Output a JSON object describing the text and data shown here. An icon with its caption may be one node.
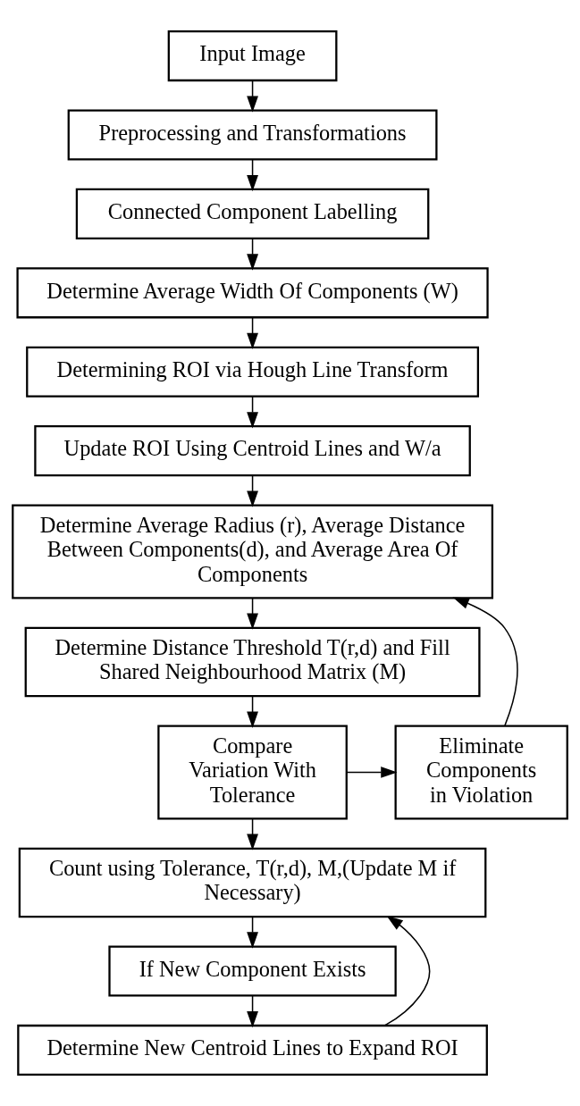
{
  "diagram": {
    "nodes": [
      {
        "text": [
          "Input Image"
        ]
      },
      {
        "text": [
          "Preprocessing and Transformations"
        ]
      },
      {
        "text": [
          "Connected Component Labelling"
        ]
      },
      {
        "text": [
          "Determine Average Width Of Components (W)"
        ]
      },
      {
        "text": [
          "Determining ROI via Hough Line Transform"
        ]
      },
      {
        "text": [
          "Update ROI Using Centroid Lines and W/a"
        ]
      },
      {
        "text": [
          "Determine Average Radius (r), Average Distance Between Components(d), and Average Area Of Components"
        ]
      },
      {
        "text": [
          "Determine Distance Threshold T(r,d) and Fill Shared Neighbourhood Matrix (M)"
        ]
      },
      {
        "text": [
          "Compare Variation With Tolerance"
        ]
      },
      {
        "text": [
          "Eliminate Components in Violation"
        ]
      },
      {
        "text": [
          "Count using Tolerance, T(r,d), M,(Update M if Necessary)"
        ]
      },
      {
        "text": [
          "If New Component Exists"
        ]
      },
      {
        "text": [
          "Determine New Centroid Lines to Expand ROI"
        ]
      }
    ],
    "edges": [
      {
        "from": 0,
        "to": 1,
        "arrow": "to"
      },
      {
        "from": 1,
        "to": 2,
        "arrow": "to"
      },
      {
        "from": 2,
        "to": 3,
        "arrow": "to"
      },
      {
        "from": 3,
        "to": 4,
        "arrow": "to"
      },
      {
        "from": 4,
        "to": 5,
        "arrow": "to"
      },
      {
        "from": 5,
        "to": 6,
        "arrow": "to"
      },
      {
        "from": 6,
        "to": 7,
        "arrow": "to"
      },
      {
        "from": 7,
        "to": 8,
        "arrow": "to"
      },
      {
        "from": 8,
        "to": 9,
        "arrow": "to"
      },
      {
        "from": 9,
        "to": 6,
        "arrow": "to"
      },
      {
        "from": 8,
        "to": 10,
        "arrow": "to"
      },
      {
        "from": 10,
        "to": 11,
        "arrow": "to"
      },
      {
        "from": 11,
        "to": 12,
        "arrow": "to"
      },
      {
        "from": 12,
        "to": 10,
        "arrow": "to"
      }
    ]
  }
}
